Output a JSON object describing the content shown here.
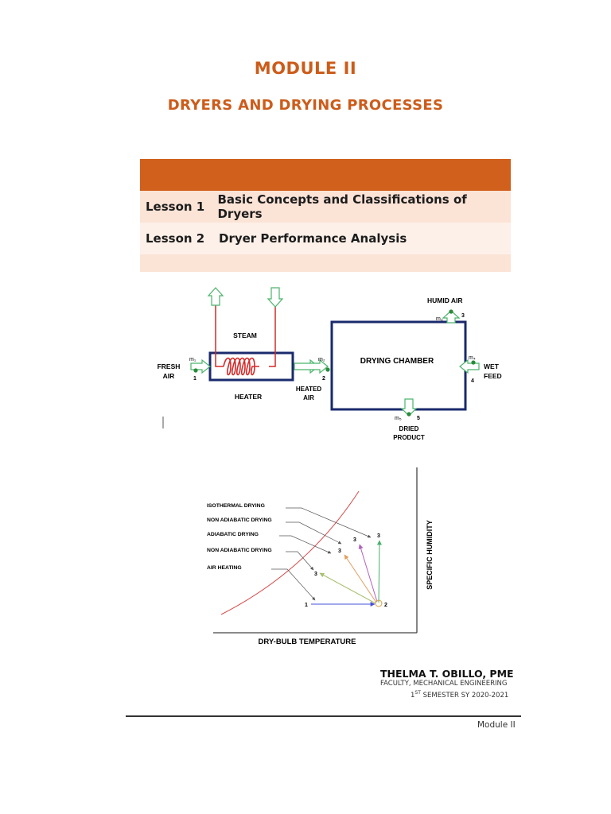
{
  "module_title": "MODULE II",
  "module_subtitle": "DRYERS AND DRYING PROCESSES",
  "lessons": [
    {
      "number": "Lesson 1",
      "title": "Basic Concepts and Classifications of Dryers"
    },
    {
      "number": "Lesson 2",
      "title": "Dryer Performance Analysis"
    }
  ],
  "dryer_diagram": {
    "steam": "STEAM",
    "heater": "HEATER",
    "fresh_air_1": "FRESH",
    "fresh_air_2": "AIR",
    "heated_air_1": "HEATED",
    "heated_air_2": "AIR",
    "chamber": "DRYING CHAMBER",
    "humid_air": "HUMID AIR",
    "wet_feed_1": "WET",
    "wet_feed_2": "FEED",
    "dried_product_1": "DRIED",
    "dried_product_2": "PRODUCT",
    "m1": "m₁",
    "m2": "m₂",
    "m3": "m₃",
    "m4": "m₄",
    "m5": "m₅",
    "n1": "1",
    "n2": "2",
    "n3": "3",
    "n4": "4",
    "n5": "5"
  },
  "psychrometric": {
    "x_axis": "DRY-BULB TEMPERATURE",
    "y_axis": "SPECIFIC HUMIDITY",
    "labels": [
      "ISOTHERMAL DRYING",
      "NON ADIABATIC DRYING",
      "ADIABATIC DRYING",
      "NON ADIABATIC DRYING",
      "AIR HEATING"
    ],
    "point1": "1",
    "point2": "2",
    "point3": "3"
  },
  "author": {
    "name": "THELMA T. OBILLO, PME",
    "line1": "FACULTY, MECHANICAL ENGINEERING",
    "sem_prefix": "1",
    "sem_sup": "ST",
    "sem_rest": " SEMESTER SY 2020-2021"
  },
  "footer": "Module II",
  "colors": {
    "accent": "#cc5c1a",
    "band": "#d0601b",
    "row_light": "#fbe3d6"
  }
}
